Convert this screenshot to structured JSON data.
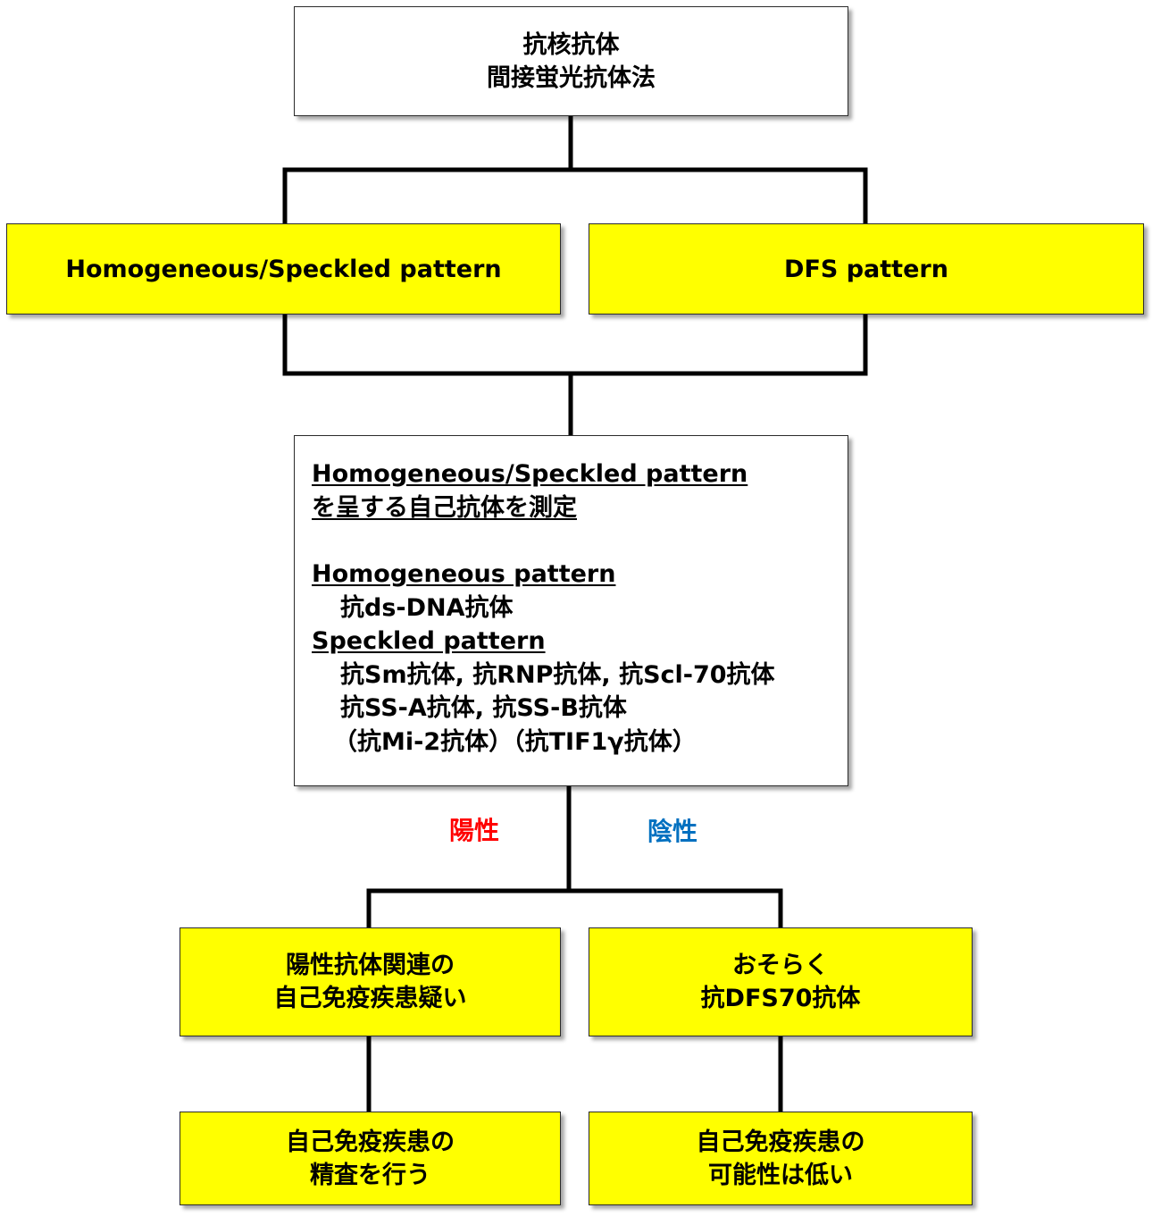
{
  "top_box": {
    "line1": "抗核抗体",
    "line2": "間接蛍光抗体法"
  },
  "left_pattern_box": {
    "label": "Homogeneous/Speckled pattern"
  },
  "right_pattern_box": {
    "label": "DFS pattern"
  },
  "detail_box": {
    "heading_line1": "Homogeneous/Speckled pattern",
    "heading_line2": "を呈する自己抗体を測定",
    "homogeneous_title": "Homogeneous pattern",
    "homogeneous_item": "抗ds-DNA抗体",
    "speckled_title": "Speckled pattern",
    "speckled_item1": "抗Sm抗体, 抗RNP抗体, 抗Scl-70抗体",
    "speckled_item2": "抗SS-A抗体, 抗SS-B抗体",
    "speckled_item3": "（抗Mi-2抗体）（抗TIF1γ抗体）"
  },
  "branch_labels": {
    "positive": "陽性",
    "negative": "陰性",
    "positive_color": "#ff0000",
    "negative_color": "#0070c0"
  },
  "positive_result_box": {
    "line1": "陽性抗体関連の",
    "line2": "自己免疫疾患疑い"
  },
  "negative_result_box": {
    "line1": "おそらく",
    "line2": "抗DFS70抗体"
  },
  "positive_action_box": {
    "line1": "自己免疫疾患の",
    "line2": "精査を行う"
  },
  "negative_action_box": {
    "line1": "自己免疫疾患の",
    "line2": "可能性は低い"
  },
  "colors": {
    "highlight": "#ffff00",
    "line": "#000000"
  }
}
